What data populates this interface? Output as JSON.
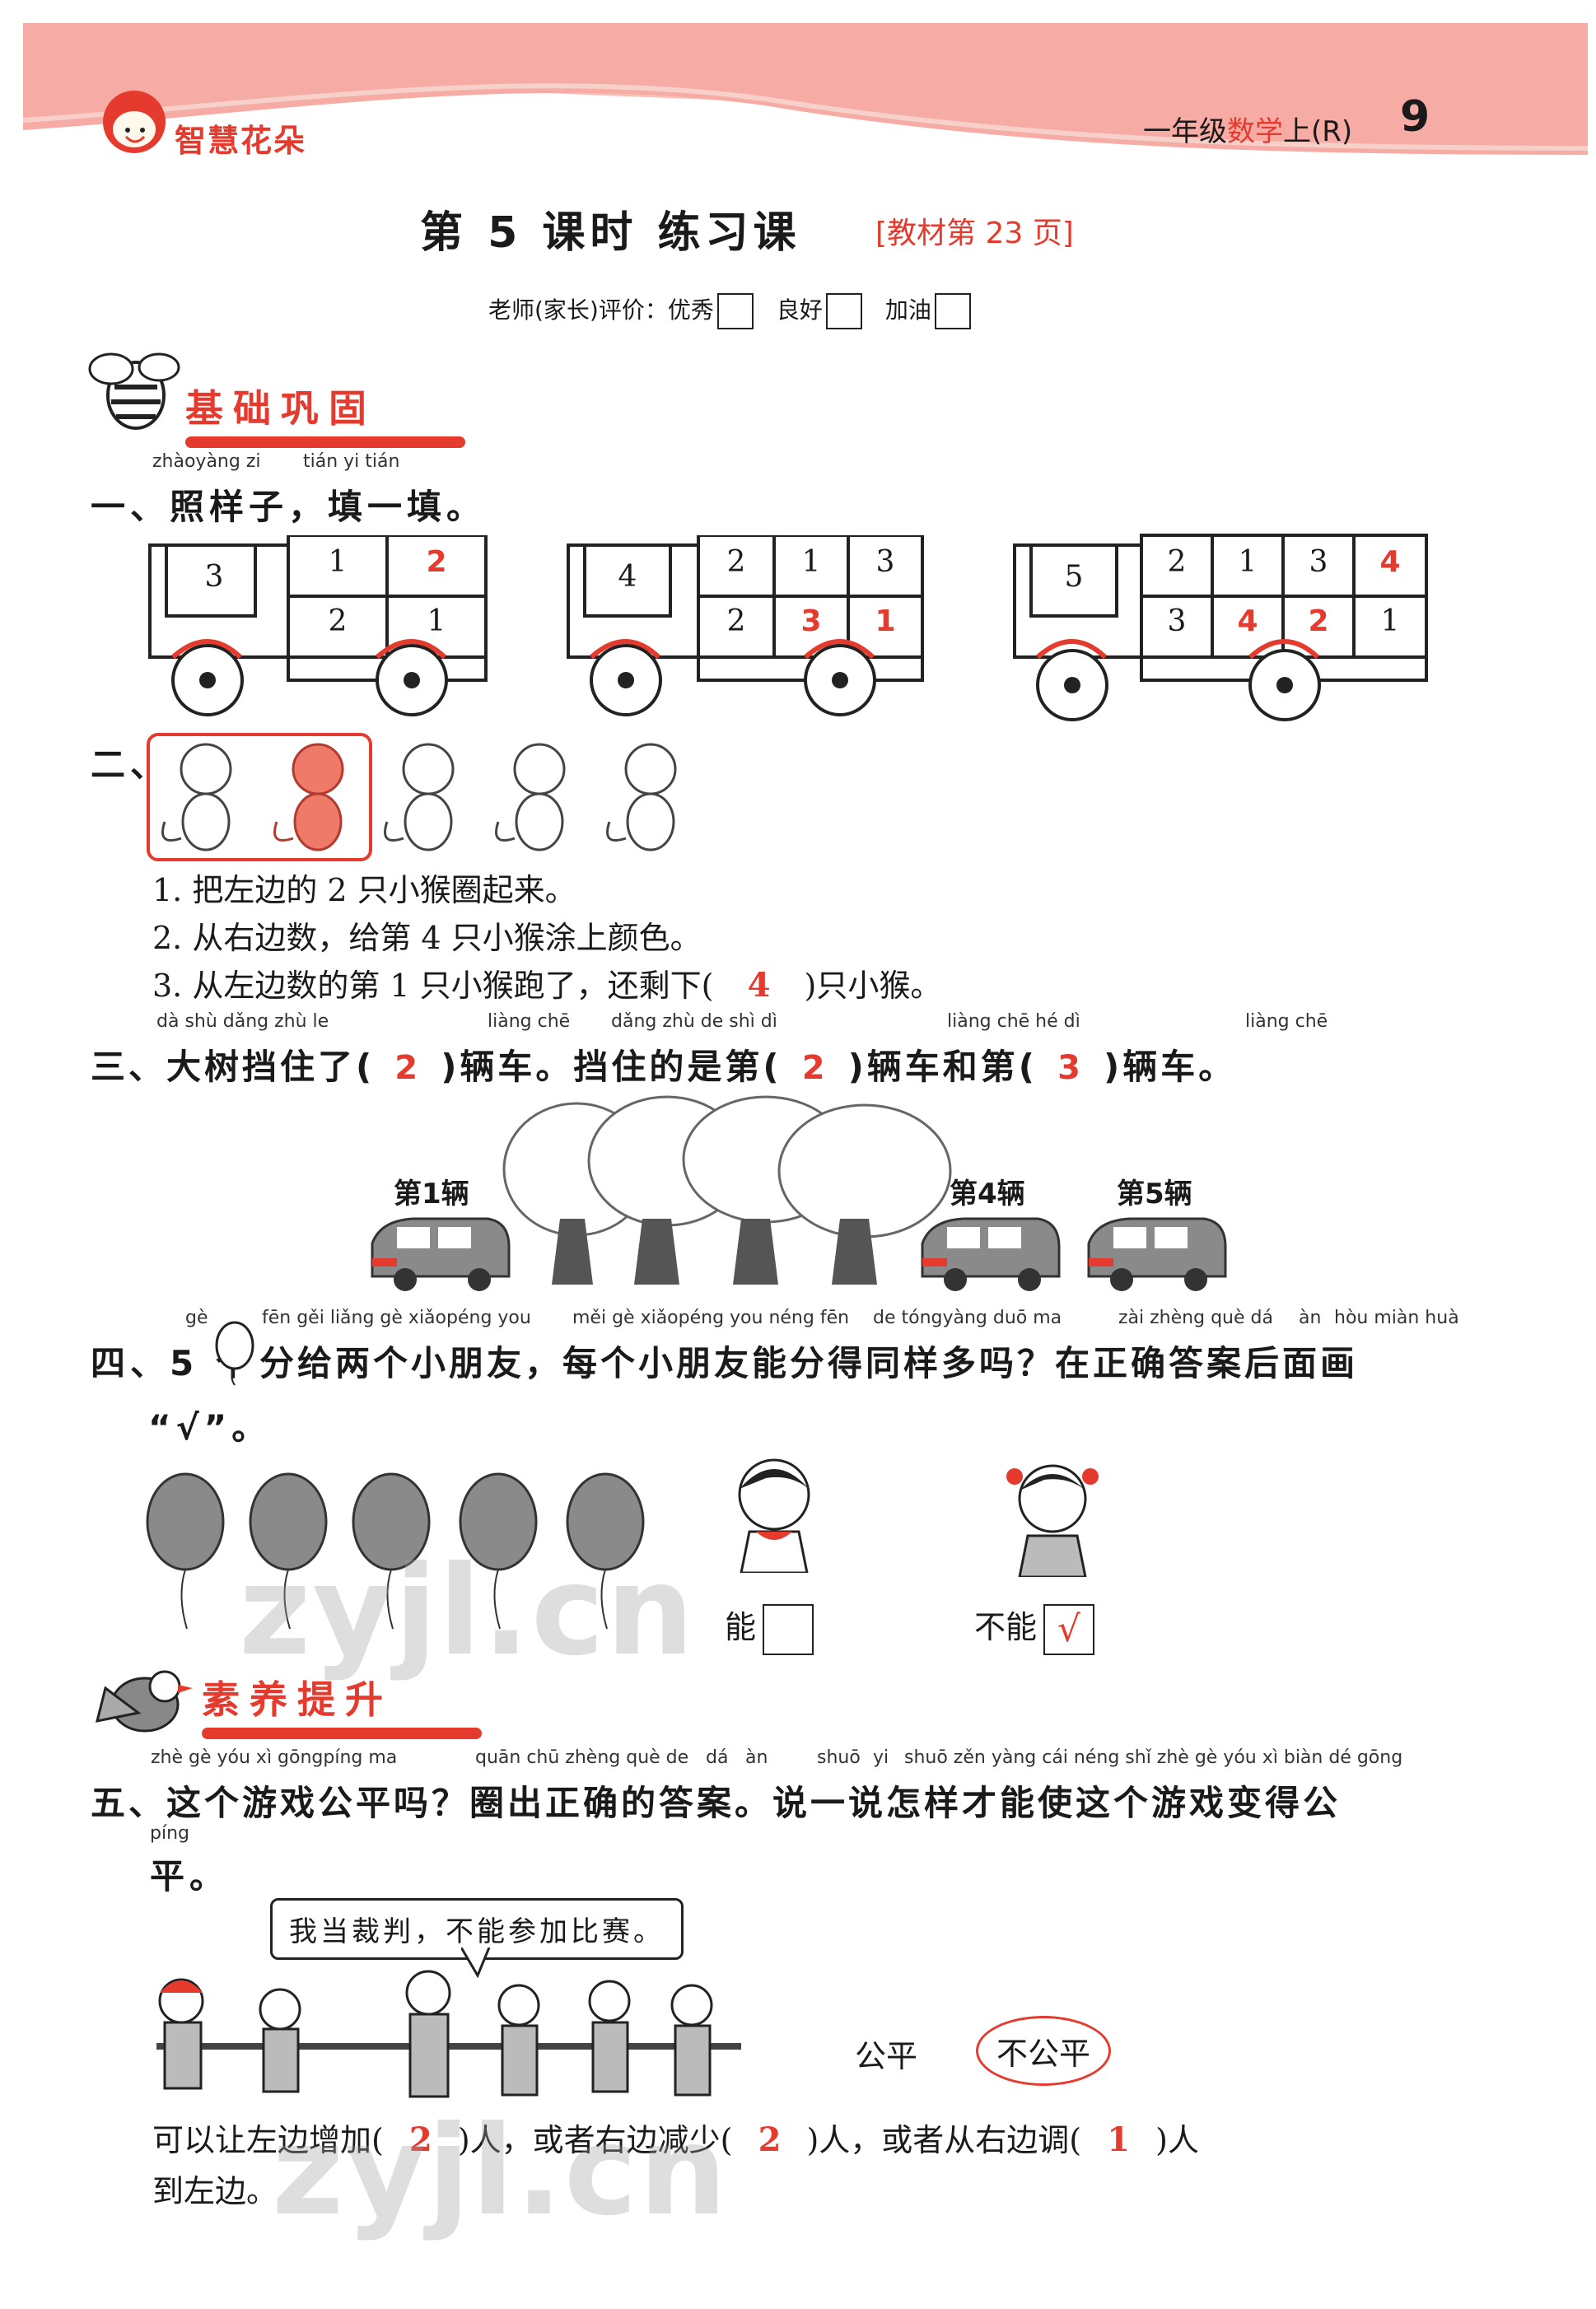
{
  "header": {
    "brand": "智慧花朵",
    "grade_prefix": "一年级",
    "grade_subject": "数学",
    "grade_suffix": "上(R)",
    "page": "9"
  },
  "title": {
    "main": "第 5 课时   练习课",
    "ref": "[教材第 23 页]"
  },
  "evaluation": {
    "prefix": "老师(家长)评价：优秀",
    "good": "良好",
    "try": "加油"
  },
  "section1": {
    "label": "基础巩固"
  },
  "q1": {
    "pinyin": [
      "zhàoyàng zi",
      "tián yi tián"
    ],
    "text": "一、照样子，填一填。",
    "truck1": {
      "cab": "3",
      "top": [
        "1",
        "2"
      ],
      "bottom": [
        "2",
        "1"
      ]
    },
    "truck2": {
      "cab": "4",
      "top": [
        "2",
        "1",
        "3"
      ],
      "bottom": [
        "2",
        "3",
        "1"
      ]
    },
    "truck3": {
      "cab": "5",
      "top": [
        "2",
        "1",
        "3",
        "4"
      ],
      "bottom": [
        "3",
        "4",
        "2",
        "1"
      ]
    }
  },
  "q2": {
    "label": "二、",
    "items": [
      "1. 把左边的 2 只小猴圈起来。",
      "2. 从右边数，给第 4 只小猴涂上颜色。",
      "3. 从左边数的第 1 只小猴跑了，还剩下(",
      ")只小猴。"
    ],
    "answer": "4"
  },
  "q3": {
    "pinyin": [
      "dà shù dǎng zhù le",
      "liàng chē",
      "dǎng zhù de shì dì",
      "liàng chē hé dì",
      "liàng chē"
    ],
    "parts": [
      "三、大树挡住了(",
      ")辆车。挡住的是第(",
      ")辆车和第(",
      ")辆车。"
    ],
    "answers": [
      "2",
      "2",
      "3"
    ],
    "car_labels": [
      "第1辆",
      "第4辆",
      "第5辆"
    ]
  },
  "q4": {
    "pinyin": [
      "gè",
      "fēn gěi liǎng gè xiǎopéng you",
      "měi gè xiǎopéng you néng fēn",
      "de tóngyàng duō ma",
      "zài zhèng què dá",
      "àn",
      "hòu miàn huà"
    ],
    "text_a": "四、5 个",
    "text_b": "分给两个小朋友，每个小朋友能分得同样多吗？在正确答案后面画",
    "text_c": "“√”。",
    "option_yes": "能",
    "option_no": "不能",
    "check": "√"
  },
  "section2": {
    "label": "素养提升"
  },
  "q5": {
    "pinyin": [
      "zhè gè yóu xì gōngpíng ma",
      "quān chū zhèng què de",
      "dá",
      "àn",
      "shuō",
      "yi",
      "shuō zěn yàng cái néng shǐ zhè gè yóu xì biàn dé gōng",
      "píng"
    ],
    "text_a": "五、这个游戏公平吗？圈出正确的答案。说一说怎样才能使这个游戏变得公",
    "text_b": "平。",
    "speech": "我当裁判，不能参加比赛。",
    "option_fair": "公平",
    "option_unfair": "不公平",
    "fill": [
      "可以让左边增加(",
      ")人，或者右边减少(",
      ")人，或者从右边调(",
      ")人"
    ],
    "fill_end": "到左边。",
    "answers": [
      "2",
      "2",
      "1"
    ]
  }
}
